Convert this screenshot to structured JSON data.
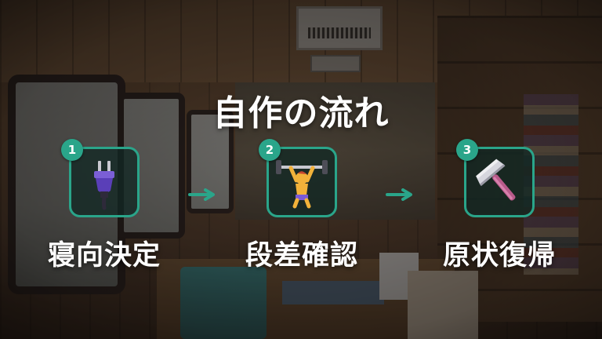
{
  "title": "自作の流れ",
  "steps": [
    {
      "number": "1",
      "label": "寝向決定",
      "icon": "electric-plug-icon"
    },
    {
      "number": "2",
      "label": "段差確認",
      "icon": "weight-lifter-icon"
    },
    {
      "number": "3",
      "label": "原状復帰",
      "icon": "hammer-icon"
    }
  ],
  "colors": {
    "accent": "#2aa58a",
    "title_text": "#ffffff",
    "icon_frame_fill": "#12282499"
  }
}
